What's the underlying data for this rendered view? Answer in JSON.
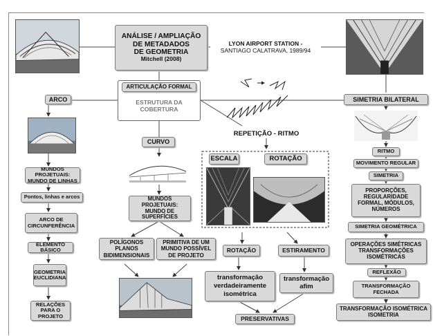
{
  "title": {
    "line1": "ANÁLISE / AMPLIAÇÃO",
    "line2": "DE METADADOS",
    "line3": "DE GEOMETRIA",
    "line4": "Mitchell (2008)"
  },
  "lyon": {
    "line1": "LYON AIRPORT STATION -",
    "line2": "SANTIAGO CALATRAVA, 1989/94"
  },
  "articulacao": "ARTICULAÇÃO FORMAL",
  "estrutura": {
    "line1": "ESTRUTURA DA",
    "line2": "COBERTURA"
  },
  "arco": {
    "label": "ARCO",
    "items": [
      "MUNDOS PROJETUAIS: MUNDO DE LINHAS",
      "Pontos, linhas e arcos",
      "ARCO DE CIRCUNFERÊNCIA",
      "ELEMENTO BÁSICO",
      "GEOMETRIA EUCLIDIANA",
      "RELAÇÕES PARA O PROJETO"
    ]
  },
  "curvo": {
    "label": "CURVO",
    "mundos": "MUNDOS PROJETUAIS: MUNDO DE SUPERFÍCIES",
    "poligonos": "POLÍGONOS PLANOS BIDIMENSIONAIS",
    "primitiva": "PRIMITIVA DE UM MUNDO POSSÍVEL DE PROJETO"
  },
  "repeticao": {
    "label": "REPETIÇÃO - RITMO",
    "escala": "ESCALA",
    "rotacao_box": "ROTAÇÃO",
    "rotacao": "ROTAÇÃO",
    "estiramento": "ESTIRAMENTO",
    "transf_iso": "transformação verdadeiramente isométrica",
    "transf_afim": "transformação afim",
    "preservativas": "PRESERVATIVAS"
  },
  "simetria": {
    "label": "SIMETRIA BILATERAL",
    "items": [
      "RITMO",
      "MOVIMENTO REGULAR",
      "SIMETRIA",
      "PROPORÇÕES, REGULARIDADE FORMAL, MÓDULOS, NÚMEROS",
      "SIMETRIA GEOMÉTRICA",
      "OPERAÇÕES SIMÉTRICAS TRANSFORMAÇÕES ISOMÉTRICAS",
      "REFLEXÃO",
      "TRANSFORMAÇÃO FECHADA",
      "TRANSFORMAÇÃO ISOMÉTRICA ISOMETRIA"
    ]
  },
  "colors": {
    "box": "#d9d9d9",
    "border": "#7a7a7a",
    "line": "#444444"
  }
}
